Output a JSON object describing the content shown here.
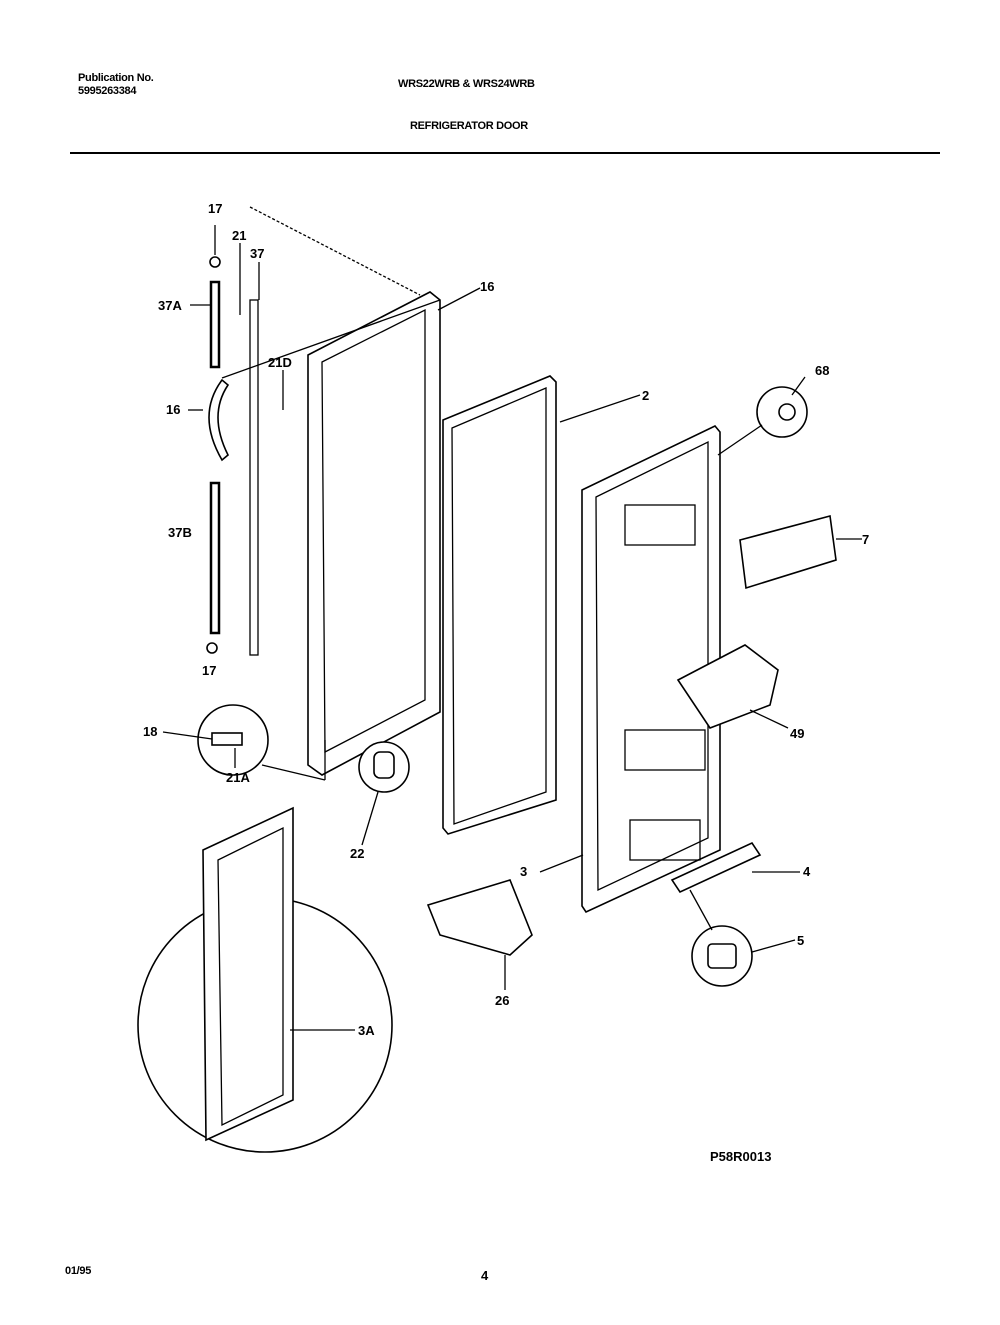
{
  "header": {
    "publication_label": "Publication No.",
    "publication_number": "5995263384",
    "models": "WRS22WRB & WRS24WRB",
    "section_title": "REFRIGERATOR DOOR"
  },
  "callouts": {
    "c17a": "17",
    "c21": "21",
    "c37": "37",
    "c37A": "37A",
    "c21D": "21D",
    "c16a": "16",
    "c37B": "37B",
    "c17b": "17",
    "c18": "18",
    "c21A": "21A",
    "c22": "22",
    "c16b": "16",
    "c2": "2",
    "c68": "68",
    "c7": "7",
    "c49": "49",
    "c3": "3",
    "c4": "4",
    "c5": "5",
    "c26": "26",
    "c3A": "3A"
  },
  "figure_code": "P58R0013",
  "footer": {
    "date": "01/95",
    "page": "4"
  }
}
